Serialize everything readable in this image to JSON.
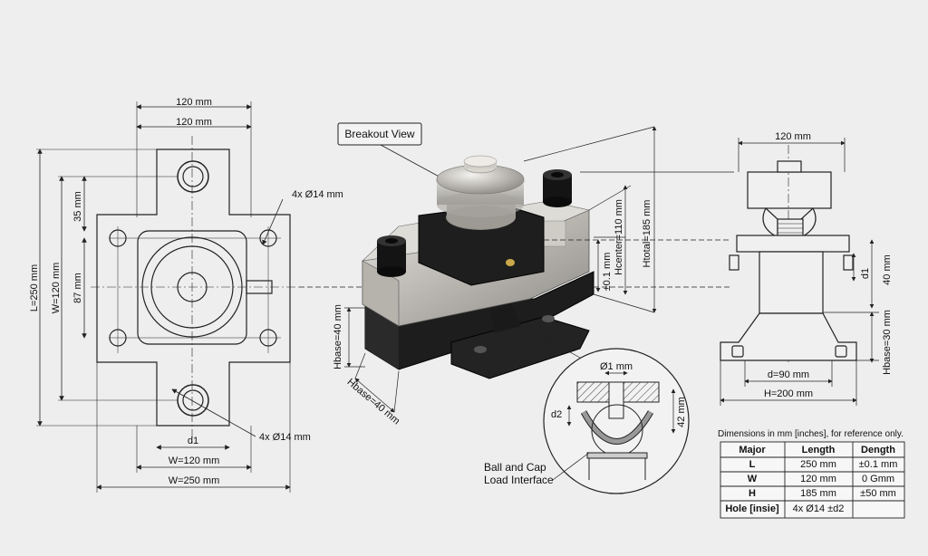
{
  "top_view": {
    "dim_top_outer": "120 mm",
    "dim_top_inner": "120 mm",
    "dim_left_total": "L=250 mm",
    "dim_left_w": "W=120 mm",
    "dim_35": "35 mm",
    "dim_87": "87 mm",
    "hole_top": "4x Ø14 mm",
    "hole_bottom": "4x Ø14 mm",
    "dim_d1": "d1",
    "dim_bottom_w": "W=120 mm",
    "dim_bottom_total": "W=250 mm"
  },
  "iso_view": {
    "callout": "Breakout View",
    "h_base_vertical": "Hbase=40 mm",
    "h_base_diag": "Hbase=40 mm",
    "h_center": "Hcenter=110 mm",
    "h_total": "Htotal=185 mm",
    "tol": "±0.1 mm"
  },
  "detail_view": {
    "d_top": "Ø1 mm",
    "d2": "d2",
    "h42": "42 mm",
    "label_line1": "Ball and Cap",
    "label_line2": "Load Interface"
  },
  "side_view": {
    "dim_top": "120 mm",
    "dim_40": "40 mm",
    "dim_d1": "d1",
    "dim_h30": "Hbase=30 mm",
    "dim_d90": "d=90 mm",
    "dim_h200": "H=200 mm"
  },
  "table": {
    "caption": "Dimensions in mm [inches], for reference only.",
    "headers": [
      "Major",
      "Length",
      "Dength"
    ],
    "rows": [
      [
        "L",
        "250 mm",
        "±0.1 mm"
      ],
      [
        "W",
        "120 mm",
        "0 Gmm"
      ],
      [
        "H",
        "185 mm",
        "±50 mm"
      ],
      [
        "Hole [insie]",
        "4x Ø14 ±d2",
        ""
      ]
    ]
  }
}
